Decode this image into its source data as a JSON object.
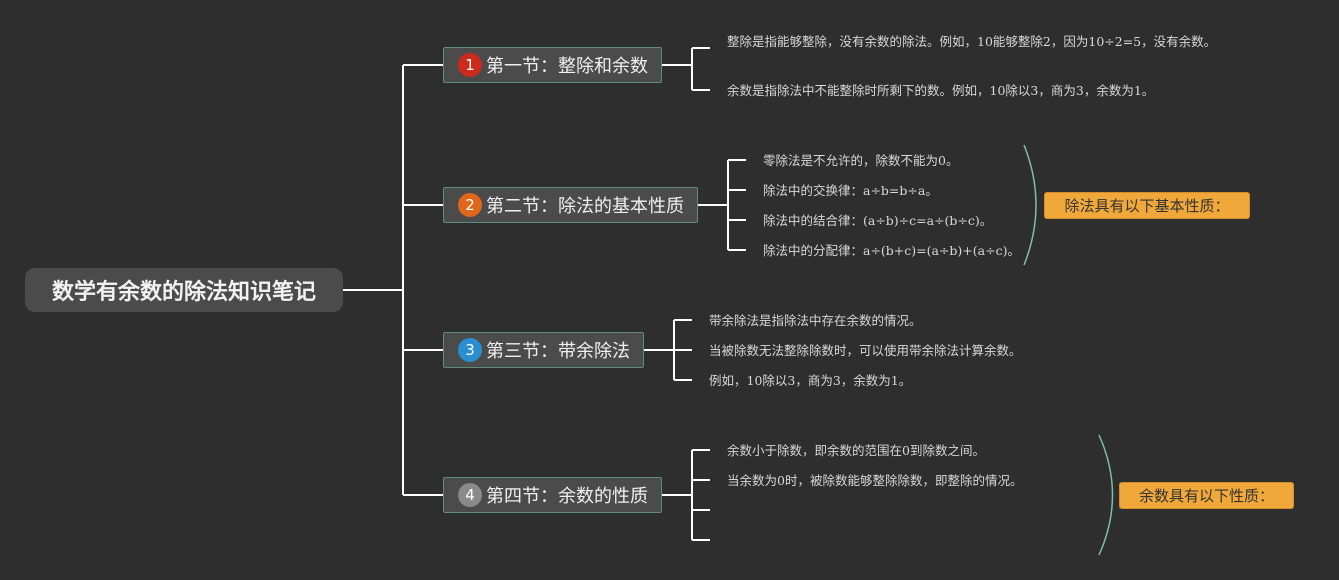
{
  "root": {
    "title": "数学有余数的除法知识笔记"
  },
  "sections": [
    {
      "number": "1",
      "badge_color": "#cc2a1a",
      "title": "第一节：整除和余数",
      "items": [
        "整除是指能够整除，没有余数的除法。例如，10能够整除2，因为10÷2=5，没有余数。",
        "余数是指除法中不能整除时所剩下的数。例如，10除以3，商为3，余数为1。"
      ]
    },
    {
      "number": "2",
      "badge_color": "#e0661c",
      "title": "第二节：除法的基本性质",
      "items": [
        "零除法是不允许的，除数不能为0。",
        "除法中的交换律：a÷b=b÷a。",
        "除法中的结合律：(a÷b)÷c=a÷(b÷c)。",
        "除法中的分配律：a÷(b+c)=(a÷b)+(a÷c)。"
      ],
      "summary": "除法具有以下基本性质："
    },
    {
      "number": "3",
      "badge_color": "#2a8fd0",
      "title": "第三节：带余除法",
      "items": [
        "带余除法是指除法中存在余数的情况。",
        "当被除数无法整除除数时，可以使用带余除法计算余数。",
        "例如，10除以3，商为3，余数为1。"
      ]
    },
    {
      "number": "4",
      "badge_color": "#8a8a8a",
      "title": "第四节：余数的性质",
      "items": [
        "余数小于除数，即余数的范围在0到除数之间。",
        "当余数为0时，被除数能够整除除数，即整除的情况。"
      ],
      "summary": "余数具有以下性质："
    }
  ]
}
